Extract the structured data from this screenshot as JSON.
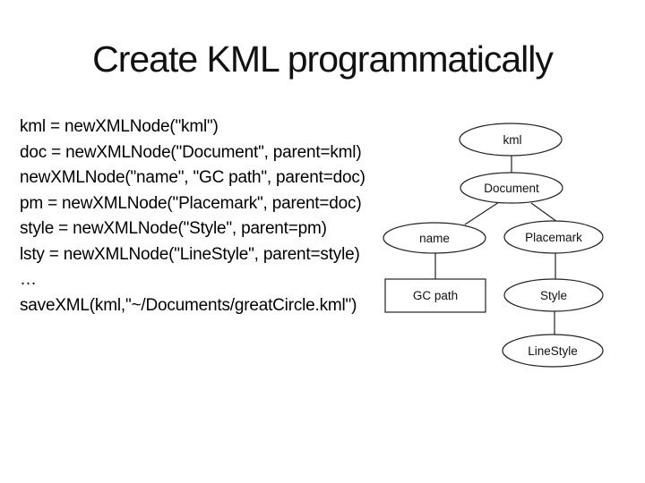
{
  "title": "Create KML programmatically",
  "code": {
    "lines": [
      "kml = newXMLNode(\"kml\")",
      "doc = newXMLNode(\"Document\", parent=kml)",
      "newXMLNode(\"name\", \"GC path\", parent=doc)",
      "pm = newXMLNode(\"Placemark\", parent=doc)",
      "style = newXMLNode(\"Style\", parent=pm)",
      "lsty = newXMLNode(\"LineStyle\", parent=style)",
      "…",
      "saveXML(kml,\"~/Documents/greatCircle.kml\")"
    ]
  },
  "diagram": {
    "type": "tree",
    "nodes": [
      {
        "id": "kml",
        "label": "kml",
        "shape": "ellipse"
      },
      {
        "id": "document",
        "label": "Document",
        "shape": "ellipse"
      },
      {
        "id": "name",
        "label": "name",
        "shape": "ellipse"
      },
      {
        "id": "placemark",
        "label": "Placemark",
        "shape": "ellipse"
      },
      {
        "id": "gc-path",
        "label": "GC path",
        "shape": "rect"
      },
      {
        "id": "style",
        "label": "Style",
        "shape": "ellipse"
      },
      {
        "id": "linestyle",
        "label": "LineStyle",
        "shape": "ellipse"
      }
    ],
    "edges": [
      {
        "from": "kml",
        "to": "document"
      },
      {
        "from": "document",
        "to": "name"
      },
      {
        "from": "document",
        "to": "placemark"
      },
      {
        "from": "name",
        "to": "gc-path"
      },
      {
        "from": "placemark",
        "to": "style"
      },
      {
        "from": "style",
        "to": "linestyle"
      }
    ]
  },
  "colors": {
    "background": "#ffffff",
    "text": "#000000",
    "title_text": "#111111",
    "diagram_stroke": "#222222"
  }
}
